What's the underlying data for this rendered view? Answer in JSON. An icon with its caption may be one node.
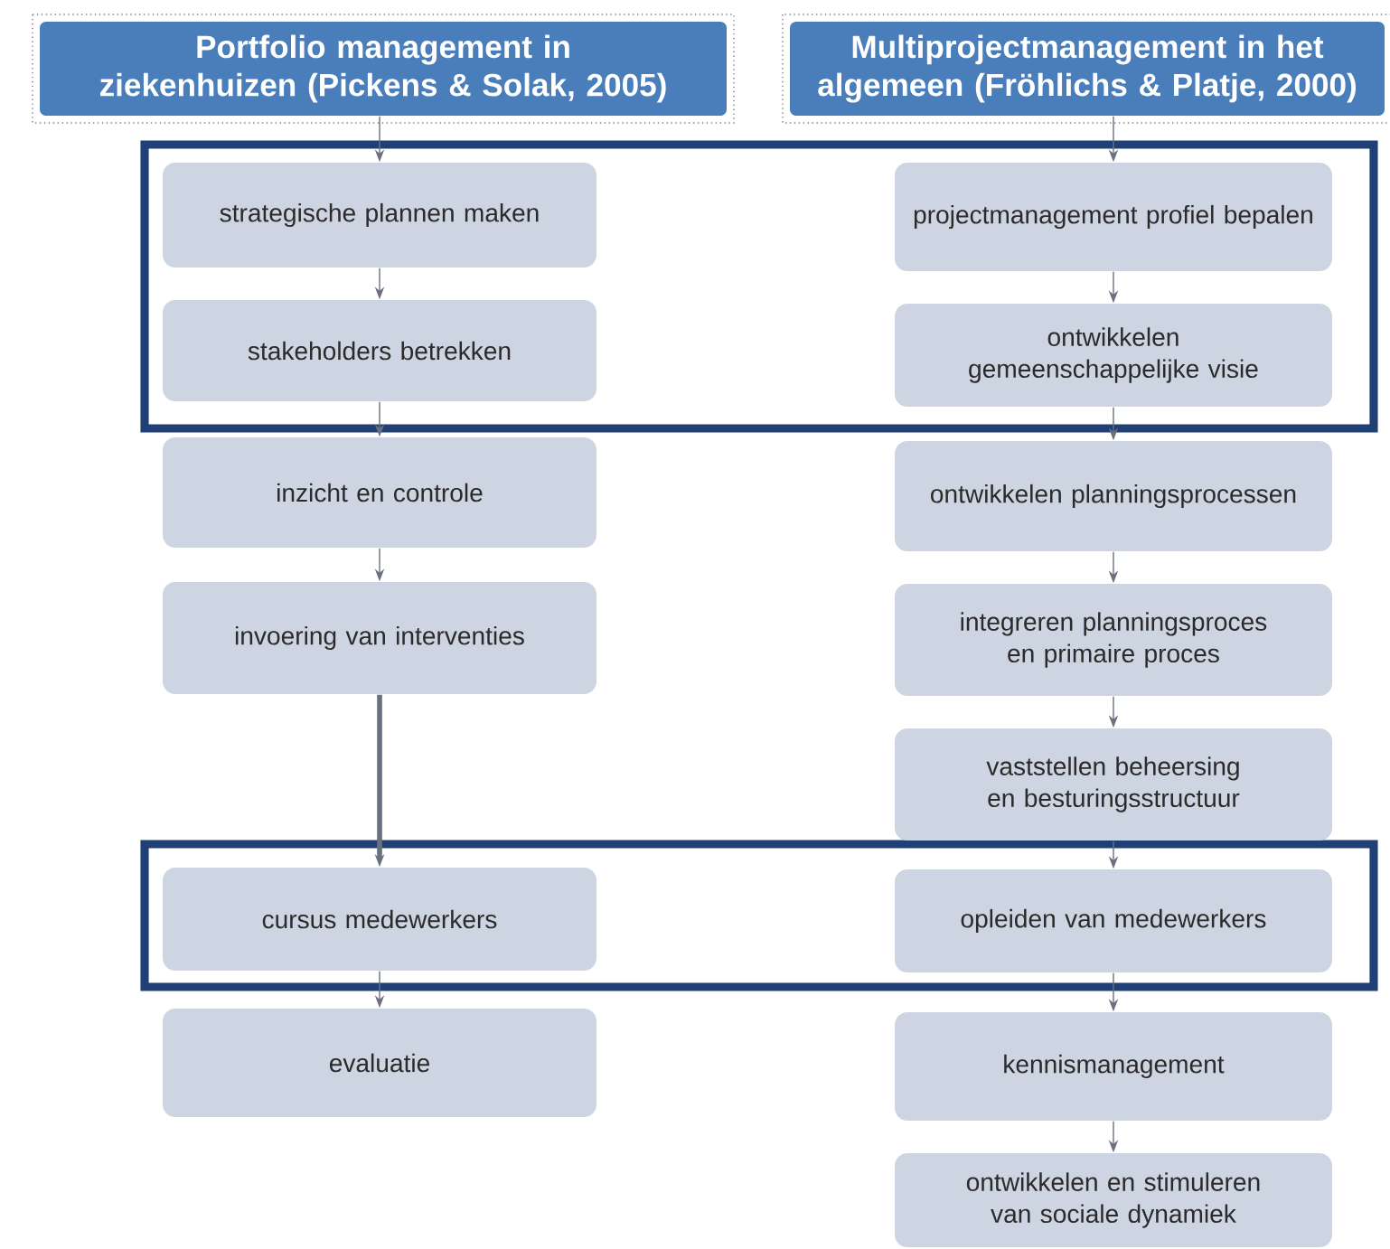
{
  "diagram": {
    "nodes": [
      {
        "text": [
          "Portfolio management in ziekenhuizen (Pickens & Solak, 2005)"
        ]
      },
      {
        "text": [
          "Multiprojectmanagement in het algemeen (Fröhlichs & Platje, 2000)"
        ]
      },
      {
        "text": [
          "strategische plannen maken"
        ]
      },
      {
        "text": [
          "stakeholders betrekken"
        ]
      },
      {
        "text": [
          "inzicht en controle"
        ]
      },
      {
        "text": [
          "invoering van interventies"
        ]
      },
      {
        "text": [
          "cursus medewerkers"
        ]
      },
      {
        "text": [
          "evaluatie"
        ]
      },
      {
        "text": [
          "projectmanagement profiel bepalen"
        ]
      },
      {
        "text": [
          "ontwikkelen gemeenschappelijke visie"
        ]
      },
      {
        "text": [
          "ontwikkelen planningsprocessen"
        ]
      },
      {
        "text": [
          "integreren planningsproces en primaire proces"
        ]
      },
      {
        "text": [
          "vaststellen beheersing en besturingsstructuur"
        ]
      },
      {
        "text": [
          "opleiden van medewerkers"
        ]
      },
      {
        "text": [
          "kennismanagement"
        ]
      },
      {
        "text": [
          "ontwikkelen en stimuleren van sociale dynamiek"
        ]
      }
    ],
    "edges": [
      {
        "from": 0,
        "to": 2,
        "arrow": "to"
      },
      {
        "from": 2,
        "to": 3,
        "arrow": "to"
      },
      {
        "from": 3,
        "to": 4,
        "arrow": "to"
      },
      {
        "from": 4,
        "to": 5,
        "arrow": "to"
      },
      {
        "from": 5,
        "to": 6,
        "arrow": "to",
        "style": "thick"
      },
      {
        "from": 6,
        "to": 7,
        "arrow": "to"
      },
      {
        "from": 1,
        "to": 8,
        "arrow": "to"
      },
      {
        "from": 8,
        "to": 9,
        "arrow": "to"
      },
      {
        "from": 9,
        "to": 10,
        "arrow": "to"
      },
      {
        "from": 10,
        "to": 11,
        "arrow": "to"
      },
      {
        "from": 11,
        "to": 12,
        "arrow": "to"
      },
      {
        "from": 12,
        "to": 13,
        "arrow": "to"
      },
      {
        "from": 13,
        "to": 14,
        "arrow": "to"
      },
      {
        "from": 14,
        "to": 15,
        "arrow": "to"
      }
    ]
  }
}
